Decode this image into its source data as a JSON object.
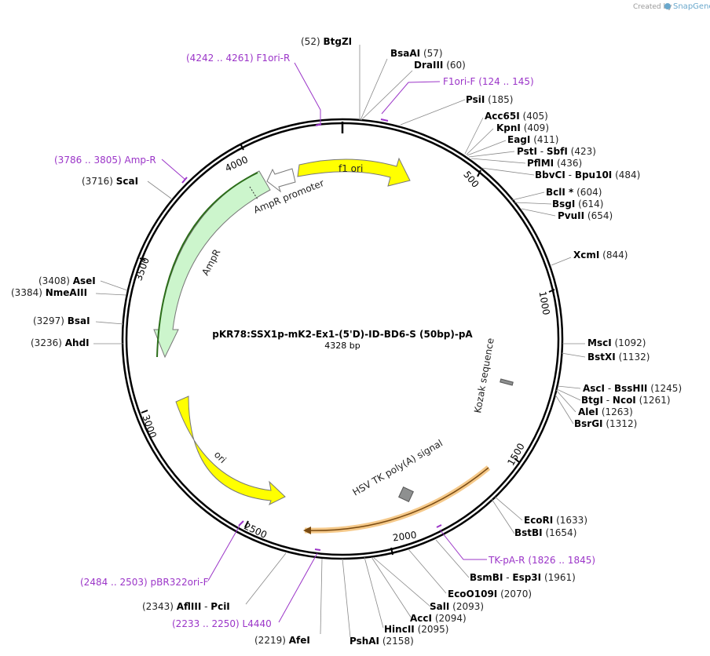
{
  "branding": {
    "created_by": "Created by",
    "app_name": "SnapGene"
  },
  "plasmid": {
    "name": "pKR78:SSX1p-mK2-Ex1-(5'D)-ID-BD6-S (50bp)-pA",
    "length": "4328 bp"
  },
  "ticks": [
    "500",
    "1000",
    "1500",
    "2000",
    "2500",
    "3000",
    "3500",
    "4000"
  ],
  "sites": [
    {
      "pos": "(52)",
      "name": "BtgZI"
    },
    {
      "pos": "(57)",
      "name": "BsaAI"
    },
    {
      "pos": "(60)",
      "name": "DraIII"
    },
    {
      "pos": "(185)",
      "name": "PsiI"
    },
    {
      "pos": "(405)",
      "name": "Acc65I"
    },
    {
      "pos": "(409)",
      "name": "KpnI"
    },
    {
      "pos": "(411)",
      "name": "EagI"
    },
    {
      "pos": "(423)",
      "name": "PstI",
      "name2": "SbfI"
    },
    {
      "pos": "(436)",
      "name": "PflMI"
    },
    {
      "pos": "(484)",
      "name": "BbvCI",
      "name2": "Bpu10I"
    },
    {
      "pos": "(604)",
      "name": "BclI *"
    },
    {
      "pos": "(614)",
      "name": "BsgI"
    },
    {
      "pos": "(654)",
      "name": "PvuII"
    },
    {
      "pos": "(844)",
      "name": "XcmI"
    },
    {
      "pos": "(1092)",
      "name": "MscI"
    },
    {
      "pos": "(1132)",
      "name": "BstXI"
    },
    {
      "pos": "(1245)",
      "name": "AscI",
      "name2": "BssHII"
    },
    {
      "pos": "(1261)",
      "name": "BtgI",
      "name2": "NcoI"
    },
    {
      "pos": "(1263)",
      "name": "AleI"
    },
    {
      "pos": "(1312)",
      "name": "BsrGI"
    },
    {
      "pos": "(1633)",
      "name": "EcoRI"
    },
    {
      "pos": "(1654)",
      "name": "BstBI"
    },
    {
      "pos": "(1961)",
      "name": "BsmBI",
      "name2": "Esp3I"
    },
    {
      "pos": "(2070)",
      "name": "EcoO109I"
    },
    {
      "pos": "(2093)",
      "name": "SalI"
    },
    {
      "pos": "(2094)",
      "name": "AccI"
    },
    {
      "pos": "(2095)",
      "name": "HincII"
    },
    {
      "pos": "(2158)",
      "name": "PshAI"
    },
    {
      "pos": "(2219)",
      "name": "AfeI"
    },
    {
      "pos": "(2343)",
      "name": "AflIII",
      "name2": "PciI"
    },
    {
      "pos": "(3236)",
      "name": "AhdI"
    },
    {
      "pos": "(3297)",
      "name": "BsaI"
    },
    {
      "pos": "(3384)",
      "name": "NmeAIII"
    },
    {
      "pos": "(3408)",
      "name": "AseI"
    },
    {
      "pos": "(3716)",
      "name": "ScaI"
    }
  ],
  "primers": [
    {
      "range": "(4242 .. 4261)",
      "name": "F1ori-R"
    },
    {
      "range": "(124 .. 145)",
      "name": "F1ori-F"
    },
    {
      "range": "(3786 .. 3805)",
      "name": "Amp-R"
    },
    {
      "range": "(1826 .. 1845)",
      "name": "TK-pA-R"
    },
    {
      "range": "(2484 .. 2503)",
      "name": "pBR322ori-F"
    },
    {
      "range": "(2233 .. 2250)",
      "name": "L4440"
    }
  ],
  "features": {
    "f1ori": "f1 ori",
    "ampr_promoter": "AmpR promoter",
    "ampr": "AmpR",
    "ori": "ori",
    "kozak": "Kozak sequence",
    "hsv": "HSV TK poly(A) signal"
  },
  "colors": {
    "primer": "#9b35c8",
    "f1ori_fill": "#ffff00",
    "ampr_fill": "#ccf5cc",
    "ori_fill": "#ffff00",
    "polya_fill": "#8e9090",
    "orf_highlight": "#f5c98a"
  }
}
